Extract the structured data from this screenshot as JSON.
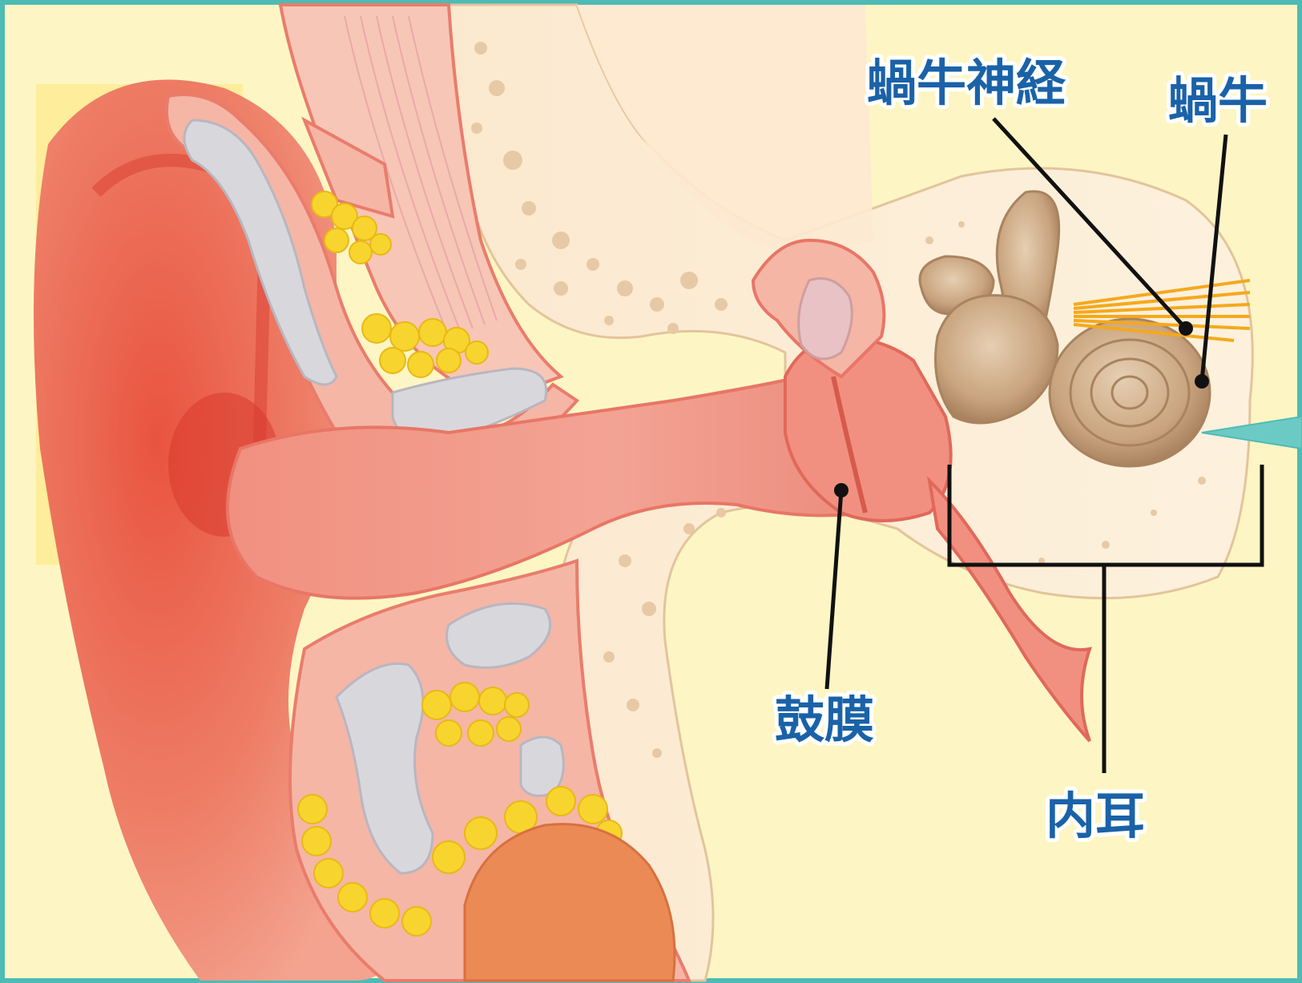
{
  "diagram": {
    "labels": {
      "cochlear_nerve": "蝸牛神経",
      "cochlea": "蝸牛",
      "eardrum": "鼓膜",
      "inner_ear": "内耳"
    },
    "colors": {
      "frame": "#4ebbb5",
      "background": "#fdf6c4",
      "skin": "#ef8f7a",
      "skin_dark": "#e2463a",
      "canal": "#f2a79a",
      "bone": "#f9e6c8",
      "bone_spots": "#e7c9a5",
      "cartilage": "#d8d8dc",
      "fat": "#f7d52e",
      "cochlea": "#c7a37e",
      "nerve": "#f4a91c",
      "label_text": "#1a62a8",
      "leader": "#111111"
    }
  }
}
